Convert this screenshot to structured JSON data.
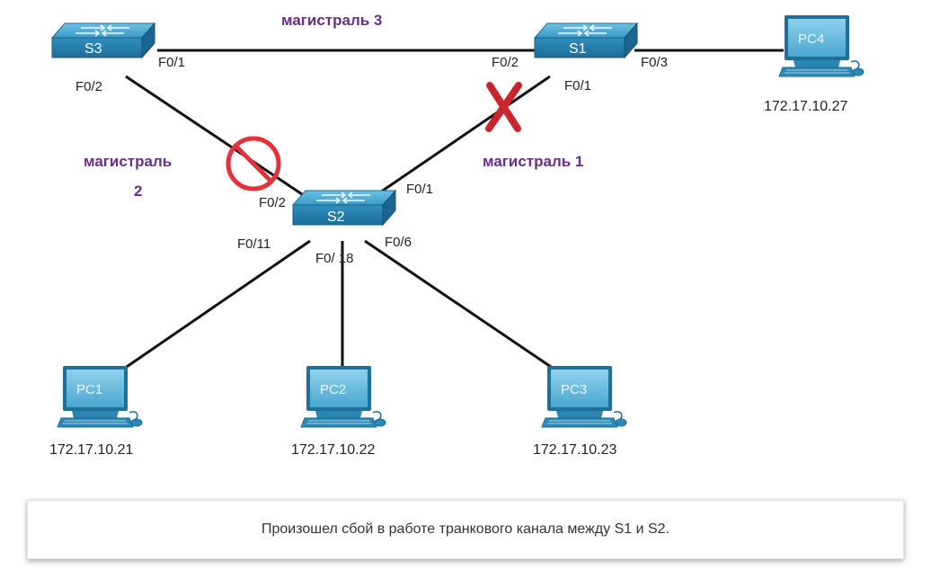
{
  "colors": {
    "link": "#111111",
    "trunk_label": "#6a2d8a",
    "device": "#2b8ab6",
    "block": "#e3323a",
    "fail": "#c8262c"
  },
  "switches": {
    "s1": "S1",
    "s2": "S2",
    "s3": "S3"
  },
  "trunks": {
    "t1": "магистраль 1",
    "t2_line1": "магистраль",
    "t2_line2": "2",
    "t3": "магистраль 3"
  },
  "ports": {
    "s3_f01": "F0/1",
    "s3_f02": "F0/2",
    "s1_f02": "F0/2",
    "s1_f01": "F0/1",
    "s1_f03": "F0/3",
    "s2_f01": "F0/1",
    "s2_f02": "F0/2",
    "s2_f011": "F0/11",
    "s2_f018": "F0/ 18",
    "s2_f06": "F0/6"
  },
  "pcs": [
    {
      "name": "PC1",
      "ip": "172.17.10.21"
    },
    {
      "name": "PC2",
      "ip": "172.17.10.22"
    },
    {
      "name": "PC3",
      "ip": "172.17.10.23"
    },
    {
      "name": "PC4",
      "ip": "172.17.10.27"
    }
  ],
  "status": {
    "trunk1": "failed",
    "trunk2": "blocked"
  },
  "caption": "Произошел сбой в работе транкового канала между S1 и S2."
}
